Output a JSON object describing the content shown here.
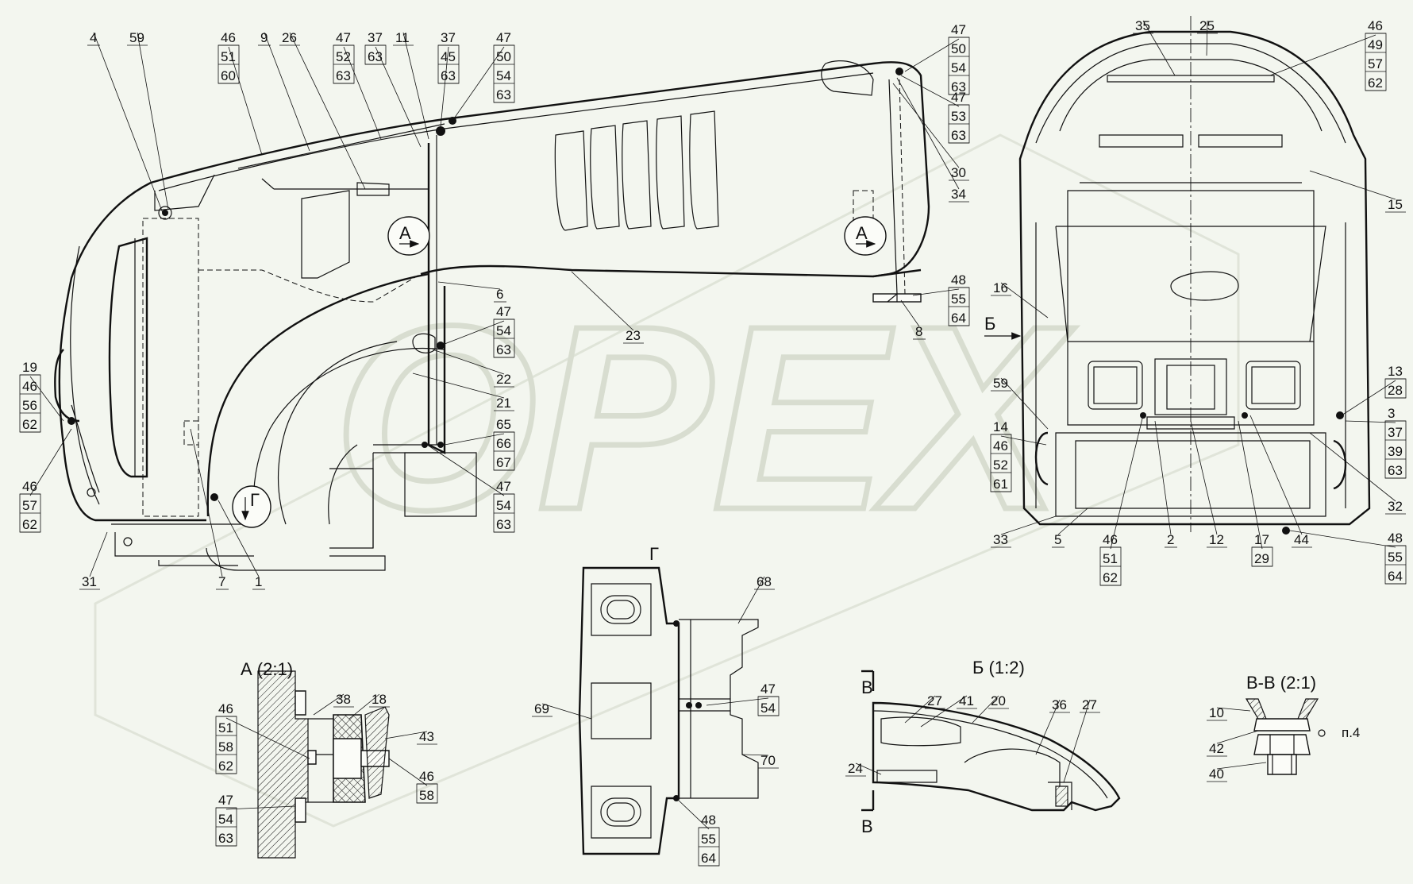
{
  "watermark": "ОРЕХ",
  "title_row": [
    {
      "id": "A",
      "text": "А (2:1)"
    },
    {
      "id": "B",
      "text": "Б (1:2)"
    },
    {
      "id": "V",
      "text": "В-В (2:1)"
    },
    {
      "id": "G",
      "text": "Г"
    }
  ],
  "view_markers": [
    {
      "id": "a1",
      "letter": "А"
    },
    {
      "id": "a2",
      "letter": "А"
    },
    {
      "id": "g",
      "letter": "Г"
    },
    {
      "id": "b",
      "letter": "Б"
    },
    {
      "id": "v1",
      "letter": "В"
    },
    {
      "id": "v2",
      "letter": "В"
    }
  ],
  "note": "п.4",
  "callouts": [
    {
      "id": "c01",
      "items": [
        "4"
      ]
    },
    {
      "id": "c02",
      "items": [
        "59"
      ]
    },
    {
      "id": "c03",
      "items": [
        "46",
        "51",
        "60"
      ]
    },
    {
      "id": "c04",
      "items": [
        "9"
      ]
    },
    {
      "id": "c05",
      "items": [
        "26"
      ]
    },
    {
      "id": "c06",
      "items": [
        "47",
        "52",
        "63"
      ]
    },
    {
      "id": "c07",
      "items": [
        "37",
        "63"
      ]
    },
    {
      "id": "c08",
      "items": [
        "11"
      ]
    },
    {
      "id": "c09",
      "items": [
        "37",
        "45",
        "63"
      ]
    },
    {
      "id": "c10",
      "items": [
        "47",
        "50",
        "54",
        "63"
      ]
    },
    {
      "id": "c11",
      "items": [
        "47",
        "50",
        "54",
        "63"
      ]
    },
    {
      "id": "c12",
      "items": [
        "47",
        "53",
        "63"
      ]
    },
    {
      "id": "c13",
      "items": [
        "30"
      ]
    },
    {
      "id": "c14",
      "items": [
        "34"
      ]
    },
    {
      "id": "c15",
      "items": [
        "48",
        "55",
        "64"
      ]
    },
    {
      "id": "c16",
      "items": [
        "8"
      ]
    },
    {
      "id": "c17",
      "items": [
        "6"
      ]
    },
    {
      "id": "c18",
      "items": [
        "47",
        "54",
        "63"
      ]
    },
    {
      "id": "c19",
      "items": [
        "23"
      ]
    },
    {
      "id": "c20",
      "items": [
        "22"
      ]
    },
    {
      "id": "c21",
      "items": [
        "21"
      ]
    },
    {
      "id": "c22",
      "items": [
        "65",
        "66",
        "67"
      ]
    },
    {
      "id": "c23",
      "items": [
        "47",
        "54",
        "63"
      ]
    },
    {
      "id": "c24",
      "items": [
        "19",
        "46",
        "56",
        "62"
      ]
    },
    {
      "id": "c25",
      "items": [
        "46",
        "57",
        "62"
      ]
    },
    {
      "id": "c26",
      "items": [
        "31"
      ]
    },
    {
      "id": "c27",
      "items": [
        "7"
      ]
    },
    {
      "id": "c28",
      "items": [
        "1"
      ]
    },
    {
      "id": "c29",
      "items": [
        "35"
      ]
    },
    {
      "id": "c30",
      "items": [
        "25"
      ]
    },
    {
      "id": "c31",
      "items": [
        "46",
        "49",
        "57",
        "62"
      ]
    },
    {
      "id": "c32",
      "items": [
        "15"
      ]
    },
    {
      "id": "c33",
      "items": [
        "16"
      ]
    },
    {
      "id": "c34",
      "items": [
        "59"
      ]
    },
    {
      "id": "c35",
      "items": [
        "13",
        "28"
      ]
    },
    {
      "id": "c36",
      "items": [
        "3",
        "37",
        "39",
        "63"
      ]
    },
    {
      "id": "c37",
      "items": [
        "14",
        "46",
        "52",
        "61"
      ]
    },
    {
      "id": "c38",
      "items": [
        "32"
      ]
    },
    {
      "id": "c39",
      "items": [
        "33"
      ]
    },
    {
      "id": "c40",
      "items": [
        "5"
      ]
    },
    {
      "id": "c41",
      "items": [
        "46",
        "51",
        "62"
      ]
    },
    {
      "id": "c42",
      "items": [
        "2"
      ]
    },
    {
      "id": "c43",
      "items": [
        "12"
      ]
    },
    {
      "id": "c44",
      "items": [
        "17",
        "29"
      ]
    },
    {
      "id": "c45",
      "items": [
        "44"
      ]
    },
    {
      "id": "c46",
      "items": [
        "48",
        "55",
        "64"
      ]
    },
    {
      "id": "c47",
      "items": [
        "68"
      ]
    },
    {
      "id": "c48",
      "items": [
        "47",
        "54"
      ]
    },
    {
      "id": "c49",
      "items": [
        "69"
      ]
    },
    {
      "id": "c50",
      "items": [
        "70"
      ]
    },
    {
      "id": "c51",
      "items": [
        "48",
        "55",
        "64"
      ]
    },
    {
      "id": "c52",
      "items": [
        "46",
        "51",
        "58",
        "62"
      ]
    },
    {
      "id": "c53",
      "items": [
        "38"
      ]
    },
    {
      "id": "c54",
      "items": [
        "18"
      ]
    },
    {
      "id": "c55",
      "items": [
        "43"
      ]
    },
    {
      "id": "c56",
      "items": [
        "46",
        "58"
      ]
    },
    {
      "id": "c57",
      "items": [
        "47",
        "54",
        "63"
      ]
    },
    {
      "id": "c58",
      "items": [
        "27"
      ]
    },
    {
      "id": "c59",
      "items": [
        "41"
      ]
    },
    {
      "id": "c60",
      "items": [
        "20"
      ]
    },
    {
      "id": "c61",
      "items": [
        "36"
      ]
    },
    {
      "id": "c62",
      "items": [
        "27"
      ]
    },
    {
      "id": "c63",
      "items": [
        "24"
      ]
    },
    {
      "id": "c64",
      "items": [
        "10"
      ]
    },
    {
      "id": "c65",
      "items": [
        "42"
      ]
    },
    {
      "id": "c66",
      "items": [
        "40"
      ]
    }
  ]
}
